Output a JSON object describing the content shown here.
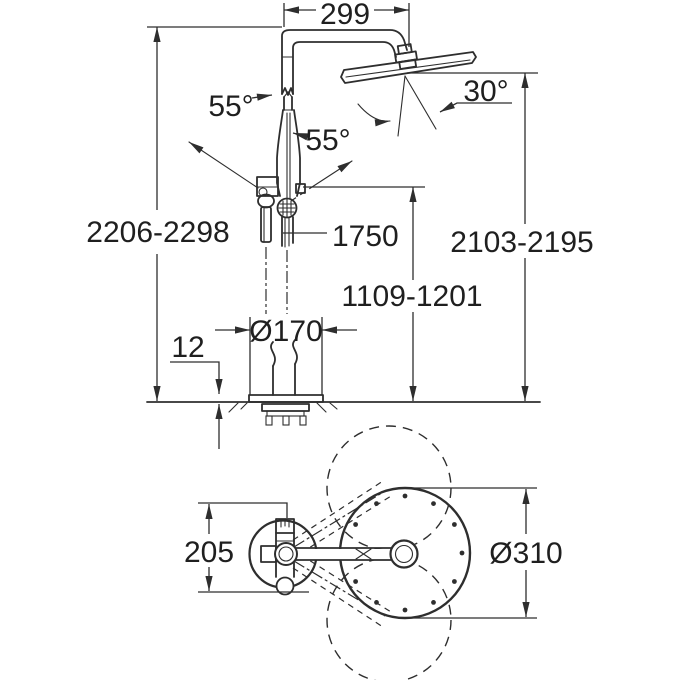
{
  "drawing": {
    "background": "#ffffff",
    "line_color": "#2e2e2e",
    "type": "technical-dimension-drawing",
    "subject": "freestanding shower system with overhead and hand shower",
    "side": {
      "dim_arm_projection": "299",
      "dim_overall_height": "2206-2298",
      "dim_head_height": "2103-2195",
      "dim_hand_shower_height": "1109-1201",
      "dim_hose_length": "1750",
      "dim_base_diameter": "Ø170",
      "dim_base_plate_height": "12",
      "angle_head_tilt": "30°",
      "angle_hand_shower_left": "55°",
      "angle_hand_shower_right": "55°"
    },
    "plan": {
      "dim_body_depth": "205",
      "dim_head_diameter": "Ø310"
    }
  }
}
